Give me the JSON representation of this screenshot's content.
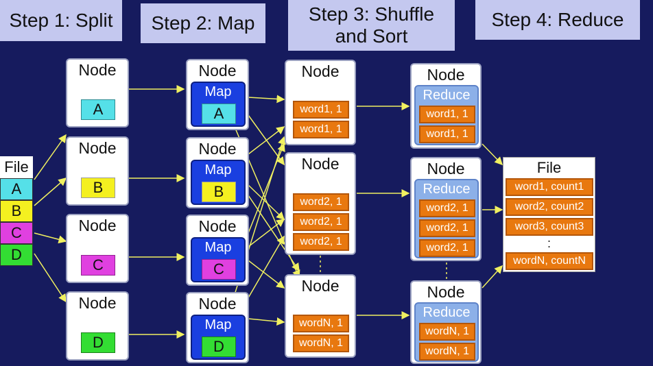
{
  "steps": [
    {
      "label": "Step 1: Split"
    },
    {
      "label": "Step 2: Map"
    },
    {
      "label": "Step 3: Shuffle and Sort"
    },
    {
      "label": "Step 4: Reduce"
    }
  ],
  "node_label": "Node",
  "map_label": "Map",
  "reduce_label": "Reduce",
  "input_file": {
    "title": "File",
    "chunks": [
      "A",
      "B",
      "C",
      "D"
    ]
  },
  "chunk_colors": {
    "A": "#55e0e8",
    "B": "#f4f020",
    "C": "#e040e0",
    "D": "#33dd33"
  },
  "shuffle_nodes": [
    {
      "pairs": [
        "word1, 1",
        "word1, 1"
      ]
    },
    {
      "pairs": [
        "word2, 1",
        "word2, 1",
        "word2, 1"
      ]
    },
    {
      "pairs": [
        "wordN, 1",
        "wordN, 1"
      ]
    }
  ],
  "reduce_nodes": [
    {
      "pairs": [
        "word1, 1",
        "word1, 1"
      ]
    },
    {
      "pairs": [
        "word2, 1",
        "word2, 1",
        "word2, 1"
      ]
    },
    {
      "pairs": [
        "wordN, 1",
        "wordN, 1"
      ]
    }
  ],
  "output_file": {
    "title": "File",
    "rows": [
      "word1, count1",
      "word2, count2",
      "word3, count3",
      "wordN, countN"
    ],
    "ellipsis": ":"
  }
}
